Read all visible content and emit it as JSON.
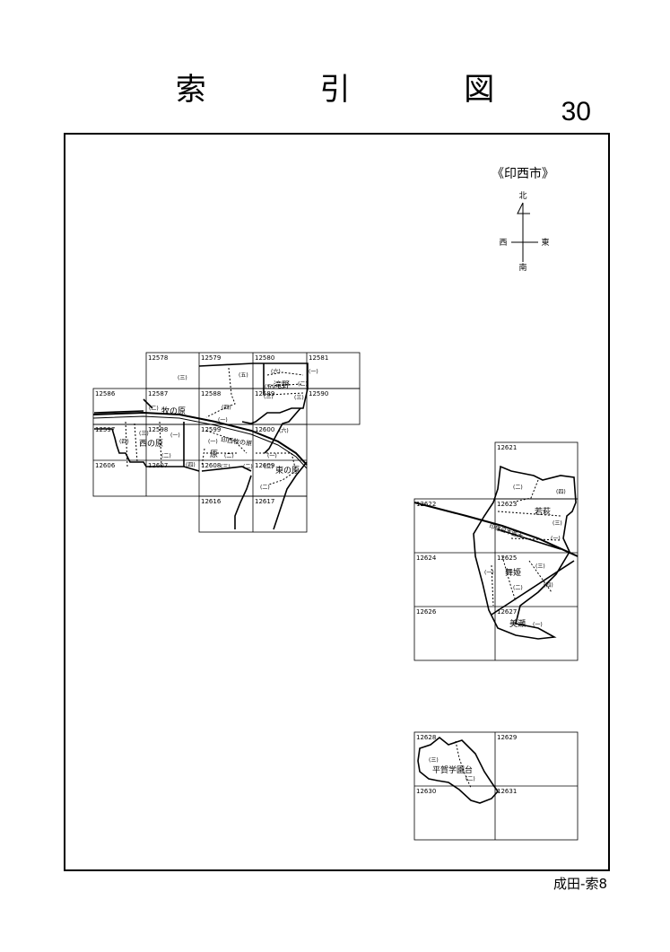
{
  "page_title": "索 引 図",
  "page_number": "30",
  "footer": "成田-索8",
  "city_label": "《印西市》",
  "compass": {
    "north": "北",
    "south": "南",
    "east": "東",
    "west": "西"
  },
  "grid_a": {
    "cells": [
      "12578",
      "12579",
      "12580",
      "12581",
      "12586",
      "12587",
      "12588",
      "12589",
      "12590",
      "12597",
      "12598",
      "12599",
      "12600",
      "12606",
      "12607",
      "12608",
      "12609",
      "12616",
      "12617"
    ],
    "places": [
      "牧の原",
      "西の原",
      "原",
      "東の原",
      "滝野",
      "印西牧の原"
    ],
    "chome": [
      "(三)",
      "(五)",
      "(六)",
      "(一)",
      "(五)",
      "(二)",
      "(三)",
      "(四)",
      "(一)",
      "(二)",
      "(三)",
      "(四)",
      "(二)",
      "(一)",
      "(一)",
      "(四)",
      "(二)",
      "(三)",
      "(二)",
      "(二)",
      "(六)",
      "(一)",
      "(二)",
      "(三)"
    ]
  },
  "grid_b": {
    "cells": [
      "12621",
      "12622",
      "12623",
      "12624",
      "12625",
      "12626",
      "12627"
    ],
    "places": [
      "若萩",
      "舞姫",
      "美瀬",
      "印旛日本医大"
    ],
    "chome": [
      "(二)",
      "(四)",
      "(三)",
      "(一)",
      "(一)",
      "(三)",
      "(二)",
      "(四)",
      "(一)"
    ]
  },
  "grid_c": {
    "cells": [
      "12628",
      "12629",
      "12630",
      "12631"
    ],
    "places": [
      "平賀学園台"
    ],
    "chome": [
      "(三)",
      "(二)"
    ]
  }
}
